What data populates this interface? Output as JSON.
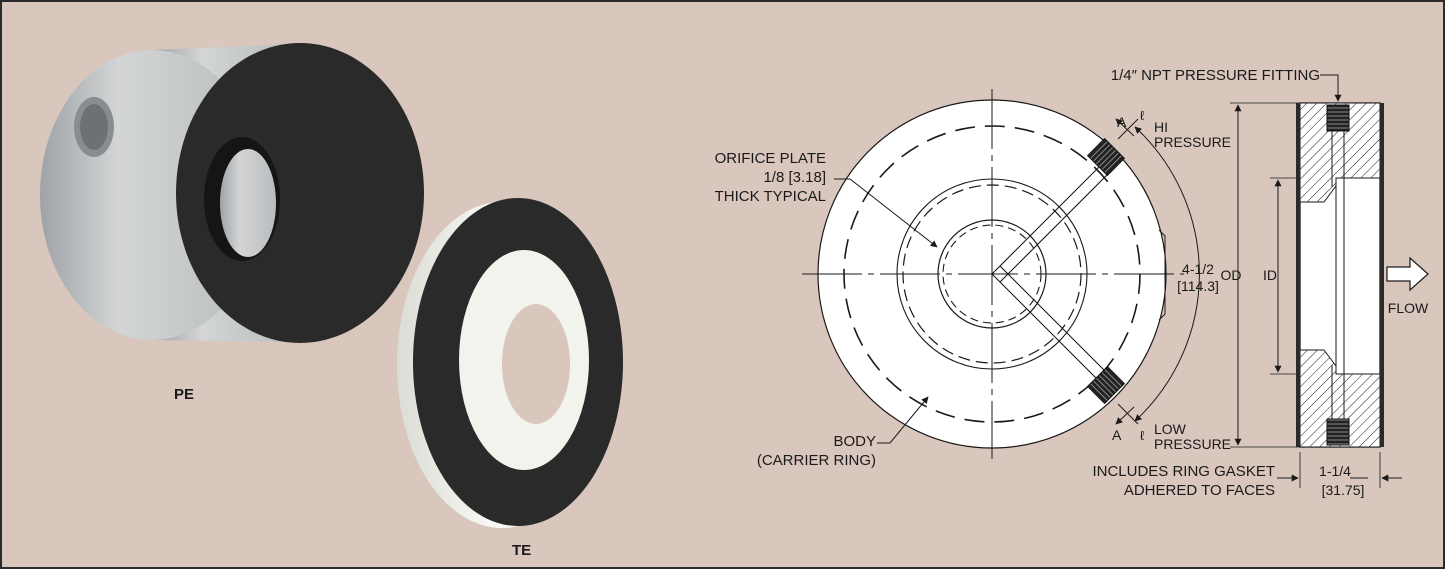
{
  "products": {
    "pe_label": "PE",
    "te_label": "TE"
  },
  "drawing": {
    "orifice_plate_line1": "ORIFICE PLATE",
    "orifice_plate_line2": "1/8 [3.18]",
    "orifice_plate_line3": "THICK TYPICAL",
    "body_line1": "BODY",
    "body_line2": "(CARRIER RING)",
    "section_mark": "A",
    "centerline_symbol": "ℓ",
    "hi_pressure_line1": "HI",
    "hi_pressure_line2": "PRESSURE",
    "low_pressure_line1": "LOW",
    "low_pressure_line2": "PRESSURE",
    "dim_outer_line1": "4-1/2",
    "dim_outer_line2": "[114.3]",
    "od_label": "OD",
    "id_label": "ID",
    "flow_label": "FLOW",
    "npt_fitting": "1/4″ NPT PRESSURE FITTING",
    "gasket_line1": "INCLUDES RING GASKET",
    "gasket_line2": "ADHERED TO FACES",
    "thickness_line1": "1-1/4",
    "thickness_line2": "[31.75]"
  },
  "colors": {
    "background": "#d9c6bd",
    "black_ring": "#2a2a2a",
    "gray_body": "#c9cbcc",
    "white_body": "#f4f4f0",
    "line": "#1a1a1a"
  }
}
